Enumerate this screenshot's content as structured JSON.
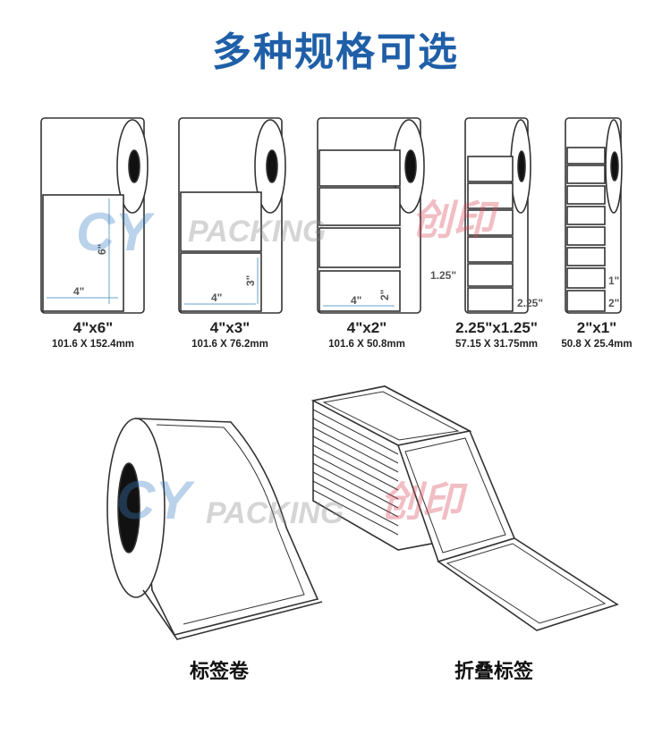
{
  "title": "多种规格可选",
  "sizes": [
    {
      "label": "4\"x6\"",
      "mm": "101.6 X 152.4mm",
      "w": "4\"",
      "h": "6\""
    },
    {
      "label": "4\"x3\"",
      "mm": "101.6 X 76.2mm",
      "w": "4\"",
      "h": "3\""
    },
    {
      "label": "4\"x2\"",
      "mm": "101.6 X 50.8mm",
      "w": "4\"",
      "h": "2\""
    },
    {
      "label": "2.25\"x1.25\"",
      "mm": "57.15 X 31.75mm",
      "w": "2.25\"",
      "h": "1.25\""
    },
    {
      "label": "2\"x1\"",
      "mm": "50.8 X 25.4mm",
      "w": "2\"",
      "h": "1\""
    }
  ],
  "captions": {
    "roll": "标签卷",
    "fanfold": "折叠标签"
  },
  "watermark": {
    "brand": "PACKING",
    "cn": "创印",
    "cy": "CY"
  }
}
